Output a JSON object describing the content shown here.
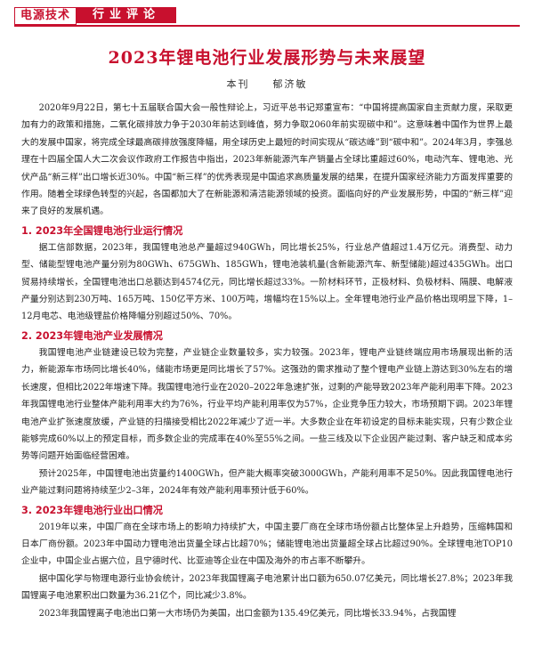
{
  "header": {
    "journal": "电源技术",
    "column": "行业评论"
  },
  "article": {
    "title": "2023年锂电池行业发展形势与未来展望",
    "byline": "本刊　　郁济敏",
    "intro": "2020年9月22日，第七十五届联合国大会一般性辩论上，习近平总书记郑重宣布：“中国将提高国家自主贡献力度，采取更加有力的政策和措施，二氧化碳排放力争于2030年前达到峰值，努力争取2060年前实现碳中和”。这意味着中国作为世界上最大的发展中国家，将完成全球最高碳排放强度降幅，用全球历史上最短的时间实现从“碳达峰”到“碳中和”。2024年3月，李强总理在十四届全国人大二次会议作政府工作报告中指出，2023年新能源汽车产销量占全球比重超过60%，电动汽车、锂电池、光伏产品“新三样”出口增长近30%。中国“新三样”的优秀表现是中国追求高质量发展的结果，在提升国家经济能力方面发挥重要的作用。随着全球绿色转型的兴起，各国都加大了在新能源和清洁能源领域的投资。面临向好的产业发展形势，中国的“新三样”迎来了良好的发展机遇。",
    "sections": [
      {
        "heading": "1. 2023年全国锂电池行业运行情况",
        "paragraphs": [
          "据工信部数据，2023年，我国锂电池总产量超过940GWh，同比增长25%，行业总产值超过1.4万亿元。消费型、动力型、储能型锂电池产量分别为80GWh、675GWh、185GWh，锂电池装机量(含新能源汽车、新型储能)超过435GWh。出口贸易持续增长，全国锂电池出口总额达到4574亿元，同比增长超过33%。一阶材料环节，正极材料、负极材料、隔膜、电解液产量分别达到230万吨、165万吨、150亿平方米、100万吨，增幅均在15%以上。全年锂电池行业产品价格出现明显下降，1–12月电芯、电池级锂盐价格降幅分别超过50%、70%。"
        ]
      },
      {
        "heading": "2. 2023年锂电池产业发展情况",
        "paragraphs": [
          "我国锂电池产业链建设已较为完整，产业链企业数量较多，实力较强。2023年，锂电产业链终端应用市场展现出新的活力，新能源车市场同比增长40%，储能市场更是同比增长了57%。这强劲的需求推动了整个锂电产业链上游达到30%左右的增长速度，但相比2022年增速下降。我国锂电池行业在2020–2022年急速扩张，过剩的产能导致2023年产能利用率下降。2023年我国锂电池行业整体产能利用率大约为76%，行业平均产能利用率仅为57%，企业竞争压力较大，市场预期下调。2023年锂电池产业扩张速度放缓，产业链的扫描接受相比2022年减少了近一半。大多数企业在年初设定的目标未能实现，只有少数企业能够完成60%以上的预定目标，而多数企业的完成率在40%至55%之间。一些三线及以下企业因产能过剩、客户缺乏和成本劣势等问题开始面临经营困难。",
          "预计2025年，中国锂电池出货量约1400GWh，但产能大概率突破3000GWh，产能利用率不足50%。因此我国锂电池行业产能过剩问题将持续至少2–3年，2024年有效产能利用率预计低于60%。"
        ]
      },
      {
        "heading": "3. 2023年锂电池行业出口情况",
        "paragraphs": [
          "2019年以来，中国厂商在全球市场上的影响力持续扩大，中国主要厂商在全球市场份额占比整体呈上升趋势，压缩韩国和日本厂商份额。2023年中国动力锂电池出货量全球占比超70%；储能锂电池出货量超全球占比超过90%。全球锂电池TOP10企业中，中国企业占据六位，且宁德时代、比亚迪等企业在中国及海外的市占率不断攀升。",
          "据中国化学与物理电源行业协会统计，2023年我国锂离子电池累计出口额为650.07亿美元，同比增长27.8%；2023年我国锂离子电池累积出口数量为36.21亿个，同比减少3.8%。",
          "2023年我国锂离子电池出口第一大市场仍为美国，出口金额为135.49亿美元，同比增长33.94%，占我国锂"
        ]
      }
    ]
  }
}
